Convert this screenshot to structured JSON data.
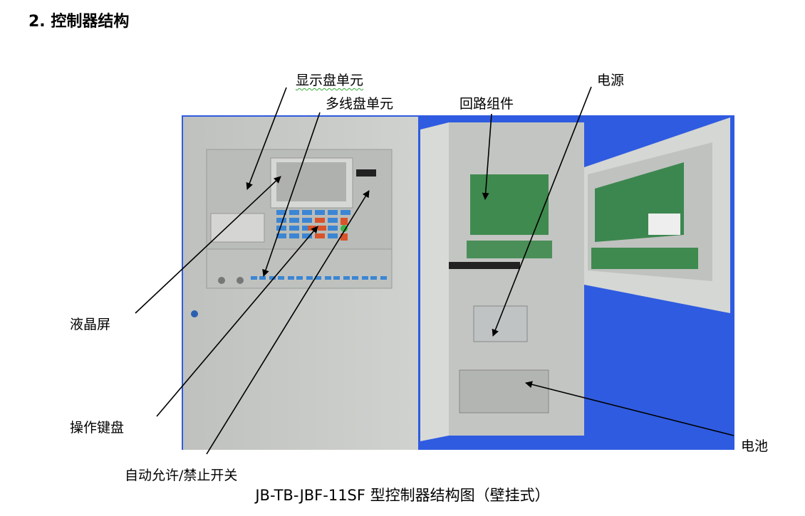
{
  "heading": "2. 控制器结构",
  "labels": {
    "display_unit": "显示盘单元",
    "multiline_unit": "多线盘单元",
    "loop_module": "回路组件",
    "power_supply": "电源",
    "lcd": "液晶屏",
    "keyboard": "操作键盘",
    "auto_switch": "自动允许/禁止开关",
    "battery": "电池"
  },
  "caption": "JB-TB-JBF-11SF 型控制器结构图（壁挂式）",
  "colors": {
    "background_blue": "#2f5be0",
    "cabinet_gray": "#c9cbc8",
    "pcb_green": "#3f8a4e"
  }
}
